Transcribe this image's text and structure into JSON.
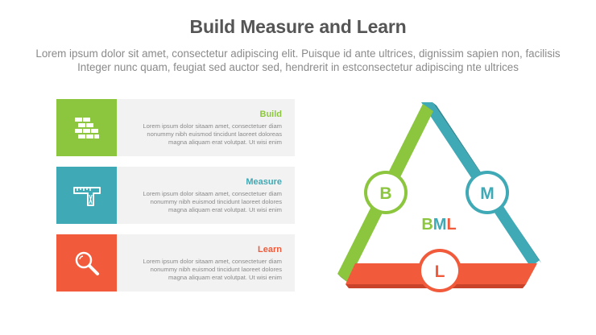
{
  "header": {
    "title": "Build Measure and Learn",
    "subtitle_lines": [
      "Lorem ipsum dolor sit amet, consectetur adipiscing elit. Puisque id ante ultrices, dignissim sapien non, facilisis",
      "Integer nunc quam, feugiat sed auctor sed, hendrerit in estconsectetur adipiscing nte ultrices"
    ]
  },
  "colors": {
    "build": "#8cc63f",
    "measure": "#3fa9b5",
    "learn": "#f15a3a"
  },
  "cards": [
    {
      "label": "Build",
      "icon": "brick-wall-icon",
      "desc_lines": [
        "Lorem ipsum dolor sitaam amet, consectetuer diam",
        "nonummy  nibh euismod tincidunt laoreet doloreas",
        "magna aliquam erat volutpat. Ut wisi enim"
      ]
    },
    {
      "label": "Measure",
      "icon": "ruler-square-icon",
      "desc_lines": [
        "Lorem ipsum dolor sitaam amet, consectetuer diam",
        "nonummy  nibh euismod tincidunt laoreet dolores",
        "magna aliquam erat volutpat. Ut wisi enim"
      ]
    },
    {
      "label": "Learn",
      "icon": "magnifier-icon",
      "desc_lines": [
        "Lorem ipsum dolor sitaam amet, consectetuer diam",
        "nonummy  nibh euismod tincidunt laoreet dolores",
        "magna aliquam erat volutpat. Ut wisi enim"
      ]
    }
  ],
  "diagram": {
    "nodes": [
      "B",
      "M",
      "L"
    ],
    "center": [
      "B",
      "M",
      "L"
    ]
  }
}
